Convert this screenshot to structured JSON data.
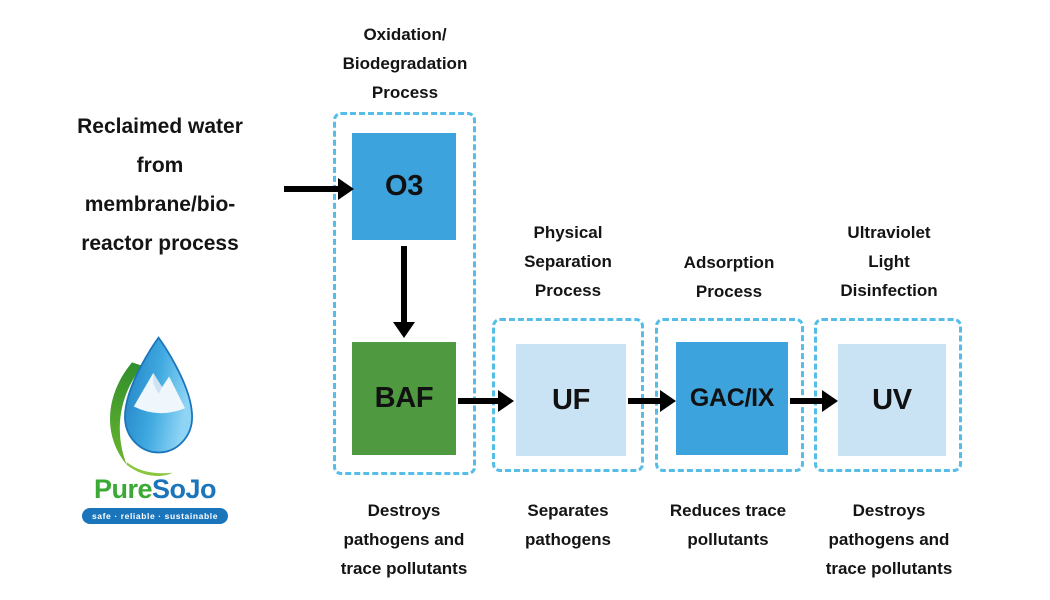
{
  "intro": {
    "text": "Reclaimed water\nfrom\nmembrane/bio-\nreactor process"
  },
  "groups": [
    {
      "title": "Oxidation/\nBiodegradation\nProcess",
      "caption": "Destroys\npathogens and\ntrace pollutants",
      "boxes": [
        {
          "label": "O3"
        },
        {
          "label": "BAF"
        }
      ]
    },
    {
      "title": "Physical\nSeparation\nProcess",
      "caption": "Separates\npathogens",
      "boxes": [
        {
          "label": "UF"
        }
      ]
    },
    {
      "title": "Adsorption\nProcess",
      "caption": "Reduces trace\npollutants",
      "boxes": [
        {
          "label": "GAC/IX"
        }
      ]
    },
    {
      "title": "Ultraviolet\nLight\nDisinfection",
      "caption": "Destroys\npathogens and\ntrace pollutants",
      "boxes": [
        {
          "label": "UV"
        }
      ]
    }
  ],
  "logo": {
    "brand_pure": "Pure",
    "brand_sojo": "SoJo",
    "tagline": "safe · reliable · sustainable"
  },
  "colors": {
    "box_blue": "#3DA3DD",
    "box_green": "#4F9A41",
    "box_light_blue": "#C9E2F4",
    "dashed_border": "#56BDE8",
    "arrow": "#000000",
    "brand_green": "#3AAA35",
    "brand_blue": "#1B75BB"
  }
}
